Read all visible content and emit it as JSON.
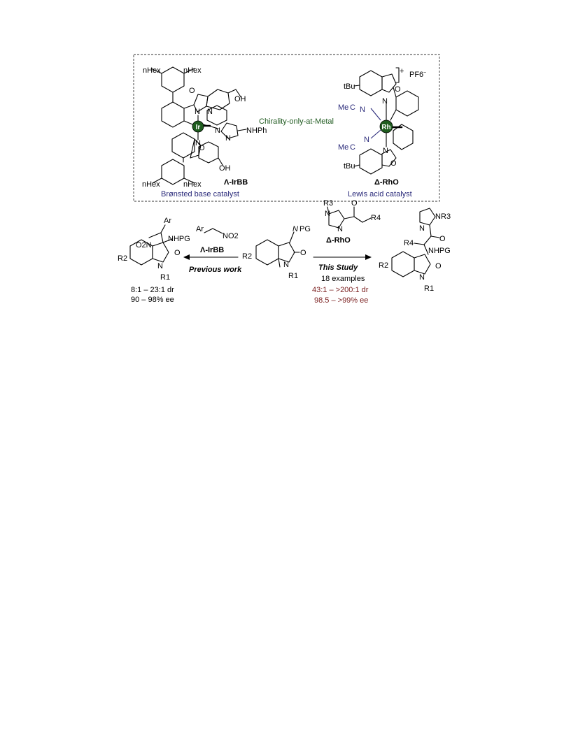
{
  "top_panel": {
    "ir_catalyst": {
      "substituents": {
        "hex1": "nHex",
        "hex2": "nHex",
        "hex3": "nHex",
        "hex4": "nHex",
        "oh1": "OH",
        "oh2": "OH",
        "nhph": "NHPh"
      },
      "atoms": {
        "o1": "O",
        "o2": "O",
        "n1": "N",
        "n2": "N",
        "n3": "N",
        "n4": "N",
        "n5": "N"
      },
      "metal": "Ir",
      "name": "Λ-IrBB",
      "caption": "Brønsted base catalyst"
    },
    "center_label": "Chirality-only-at-Metal",
    "rh_catalyst": {
      "substituents": {
        "tbu1": "tBu",
        "tbu2": "tBu",
        "mecn1": "Me",
        "mecn2": "Me",
        "charge": "+",
        "counterion": "PF6",
        "counterion_charge": "−"
      },
      "atoms": {
        "o1": "O",
        "o2": "O",
        "n1": "N",
        "n2": "N",
        "n3": "N",
        "n4": "N"
      },
      "metal": "Rh",
      "name": "Δ-RhO",
      "caption": "Lewis acid catalyst"
    }
  },
  "scheme": {
    "substrate": {
      "imine_label": "N",
      "pg": "PG",
      "r2": "R2",
      "o": "O",
      "n": "N",
      "r1": "R1"
    },
    "left_product": {
      "no2": "O2N",
      "ar": "Ar",
      "nhpg": "NHPG",
      "r2": "R2",
      "o": "O",
      "n": "N",
      "r1": "R1"
    },
    "left_reagent": {
      "ar": "Ar",
      "no2": "NO2",
      "catalyst": "Λ-IrBB"
    },
    "previous_work": "Previous work",
    "left_dr": "8:1 – 23:1 dr",
    "left_ee": "90 – 98% ee",
    "right_reagent": {
      "r3": "R3",
      "o": "O",
      "r4": "R4",
      "n1": "N",
      "n2": "N",
      "catalyst": "Δ-RhO"
    },
    "this_study": "This Study",
    "examples": "18 examples",
    "right_dr": "43:1 – >200:1 dr",
    "right_ee": "98.5 – >99% ee",
    "right_product": {
      "n1": "N",
      "n2": "N",
      "r3": "R3",
      "o1": "O",
      "r4": "R4",
      "nhpg": "NHPG",
      "r2": "R2",
      "o2": "O",
      "n3": "N",
      "r1": "R1"
    }
  },
  "colors": {
    "metal": "#1e5c1e",
    "text_blue": "#2a2a7a",
    "text_red": "#7a1e1e",
    "text_green": "#1f5a1f"
  }
}
